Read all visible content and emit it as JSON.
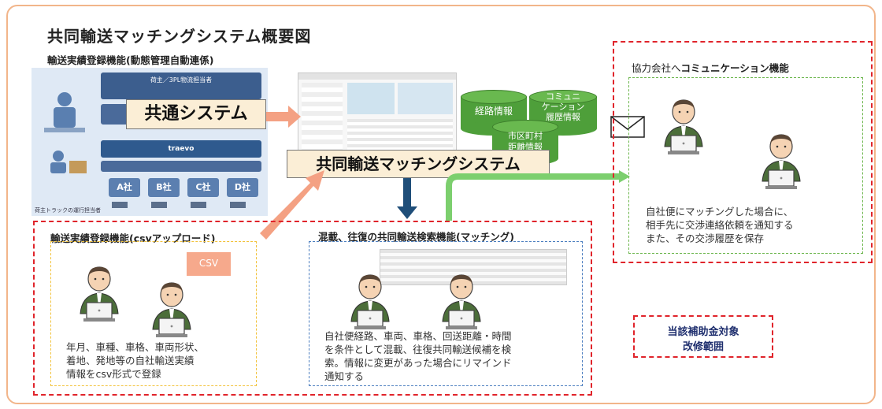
{
  "title": "共同輸送マッチングシステム概要図",
  "sections": {
    "top_left_label": "輸送実績登録機能(動態管理自動連係)",
    "common_system": "共通システム",
    "matching_system": "共同輸送マッチングシステム",
    "csv_upload_label": "輸送実績登録機能(csvアップロード)",
    "search_label": "混載、往復の共同輸送検索機能(マッチング)",
    "communication_prefix": "協力会社へ",
    "communication_bold": "コミュニケーション機能",
    "subsidy_line1": "当該補助金対象",
    "subsidy_line2": "改修範囲"
  },
  "databases": [
    {
      "label": "経路情報"
    },
    {
      "label": "コミュニ\nケーション\n履歴情報"
    },
    {
      "label": "市区町村\n距離情報"
    }
  ],
  "descriptions": {
    "csv": [
      "年月、車種、車格、車両形状、",
      "着地、発地等の自社輸送実績",
      "情報をcsv形式で登録"
    ],
    "search": [
      "自社便経路、車両、車格、回送距離・時間",
      "を条件として混載、往復共同輸送候補を検",
      "索。情報に変更があった場合にリマインド",
      "通知する"
    ],
    "communication": [
      "自社便にマッチングした場合に、",
      "相手先に交渉連絡依頼を通知する",
      "また、その交渉履歴を保存"
    ]
  },
  "csv_tag": "CSV",
  "panel": {
    "header": "荷主／3PL物流担当者",
    "logo": "traevo",
    "companies": [
      "A社",
      "B社",
      "C社",
      "D社"
    ],
    "bottom_left": "荷主トラックの運行担当者"
  },
  "colors": {
    "frame": "#f2b58a",
    "red_dash": "#e0242b",
    "green_db": "#4e9f3a",
    "banner": "#fbeed6",
    "arrow_salmon": "#f4a183",
    "arrow_navy": "#1f4e79",
    "arrow_green": "#7ccf6e"
  }
}
